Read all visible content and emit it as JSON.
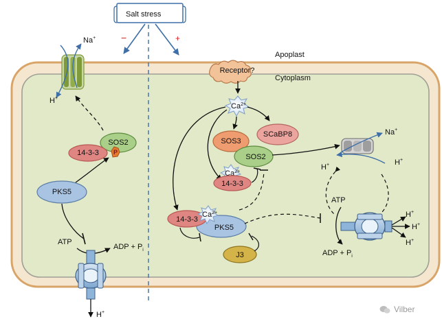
{
  "stress_label": "Salt stress",
  "stress_signs": {
    "minus": "−",
    "plus": "+"
  },
  "compartments": {
    "apoplast": "Apoplast",
    "cytoplasm": "Cytoplasm"
  },
  "left": {
    "na_label": "Na",
    "na_charge": "+",
    "h_top_label": "H",
    "h_top_charge": "+",
    "sos2": "SOS2",
    "p1433": "14-3-3",
    "phospho": "P",
    "pks5": "PKS5",
    "atp": "ATP",
    "adp": "ADP + P",
    "adp_sub": "i",
    "h_bottom_label": "H",
    "h_bottom_charge": "+"
  },
  "right": {
    "receptor": "Receptor?",
    "ca_top": "Ca",
    "ca_charge": "2+",
    "sos3": "SOS3",
    "scabp8": "SCaBP8",
    "sos2": "SOS2",
    "ca_mid": "Ca",
    "p1433_upper": "14-3-3",
    "p1433_lower": "14-3-3",
    "ca_low": "Ca",
    "pks5": "PKS5",
    "j3": "J3",
    "na_label": "Na",
    "na_charge": "+",
    "h_left": "H",
    "h_right": "H",
    "h_charge": "+",
    "atp": "ATP",
    "adp": "ADP + P",
    "adp_sub": "i",
    "h_out": "H",
    "h_out_charge": "+"
  },
  "watermark": "Vilber",
  "colors": {
    "cell_wall": "#d8a468",
    "cytoplasm": "#e2e9c8",
    "sos_green": "#a9cf88",
    "p1433_red": "#e08682",
    "pks5_blue": "#a9c3e2",
    "sos3_orange": "#ef9d70",
    "scabp8_pink": "#eca49e",
    "j3_gold": "#d4b449",
    "pump_blue": "#8fb4d9",
    "channel_green": "#7f9a38"
  }
}
